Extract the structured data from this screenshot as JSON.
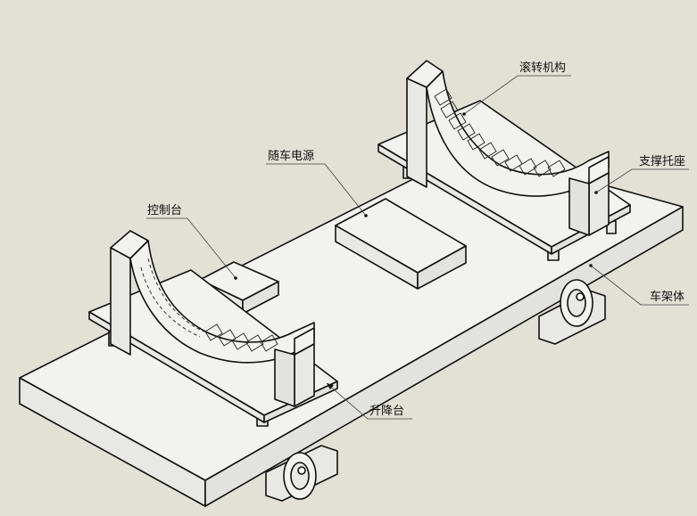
{
  "labels": {
    "rolling": "滚转机构",
    "support": "支撑托座",
    "power": "随车电源",
    "console": "控制台",
    "chassis": "车架体",
    "lift": "升降台"
  },
  "colors": {
    "background": "#e3e1d6",
    "face_light": "#f2f2ef",
    "face_mid": "#e6e6e2",
    "line": "#111111"
  }
}
